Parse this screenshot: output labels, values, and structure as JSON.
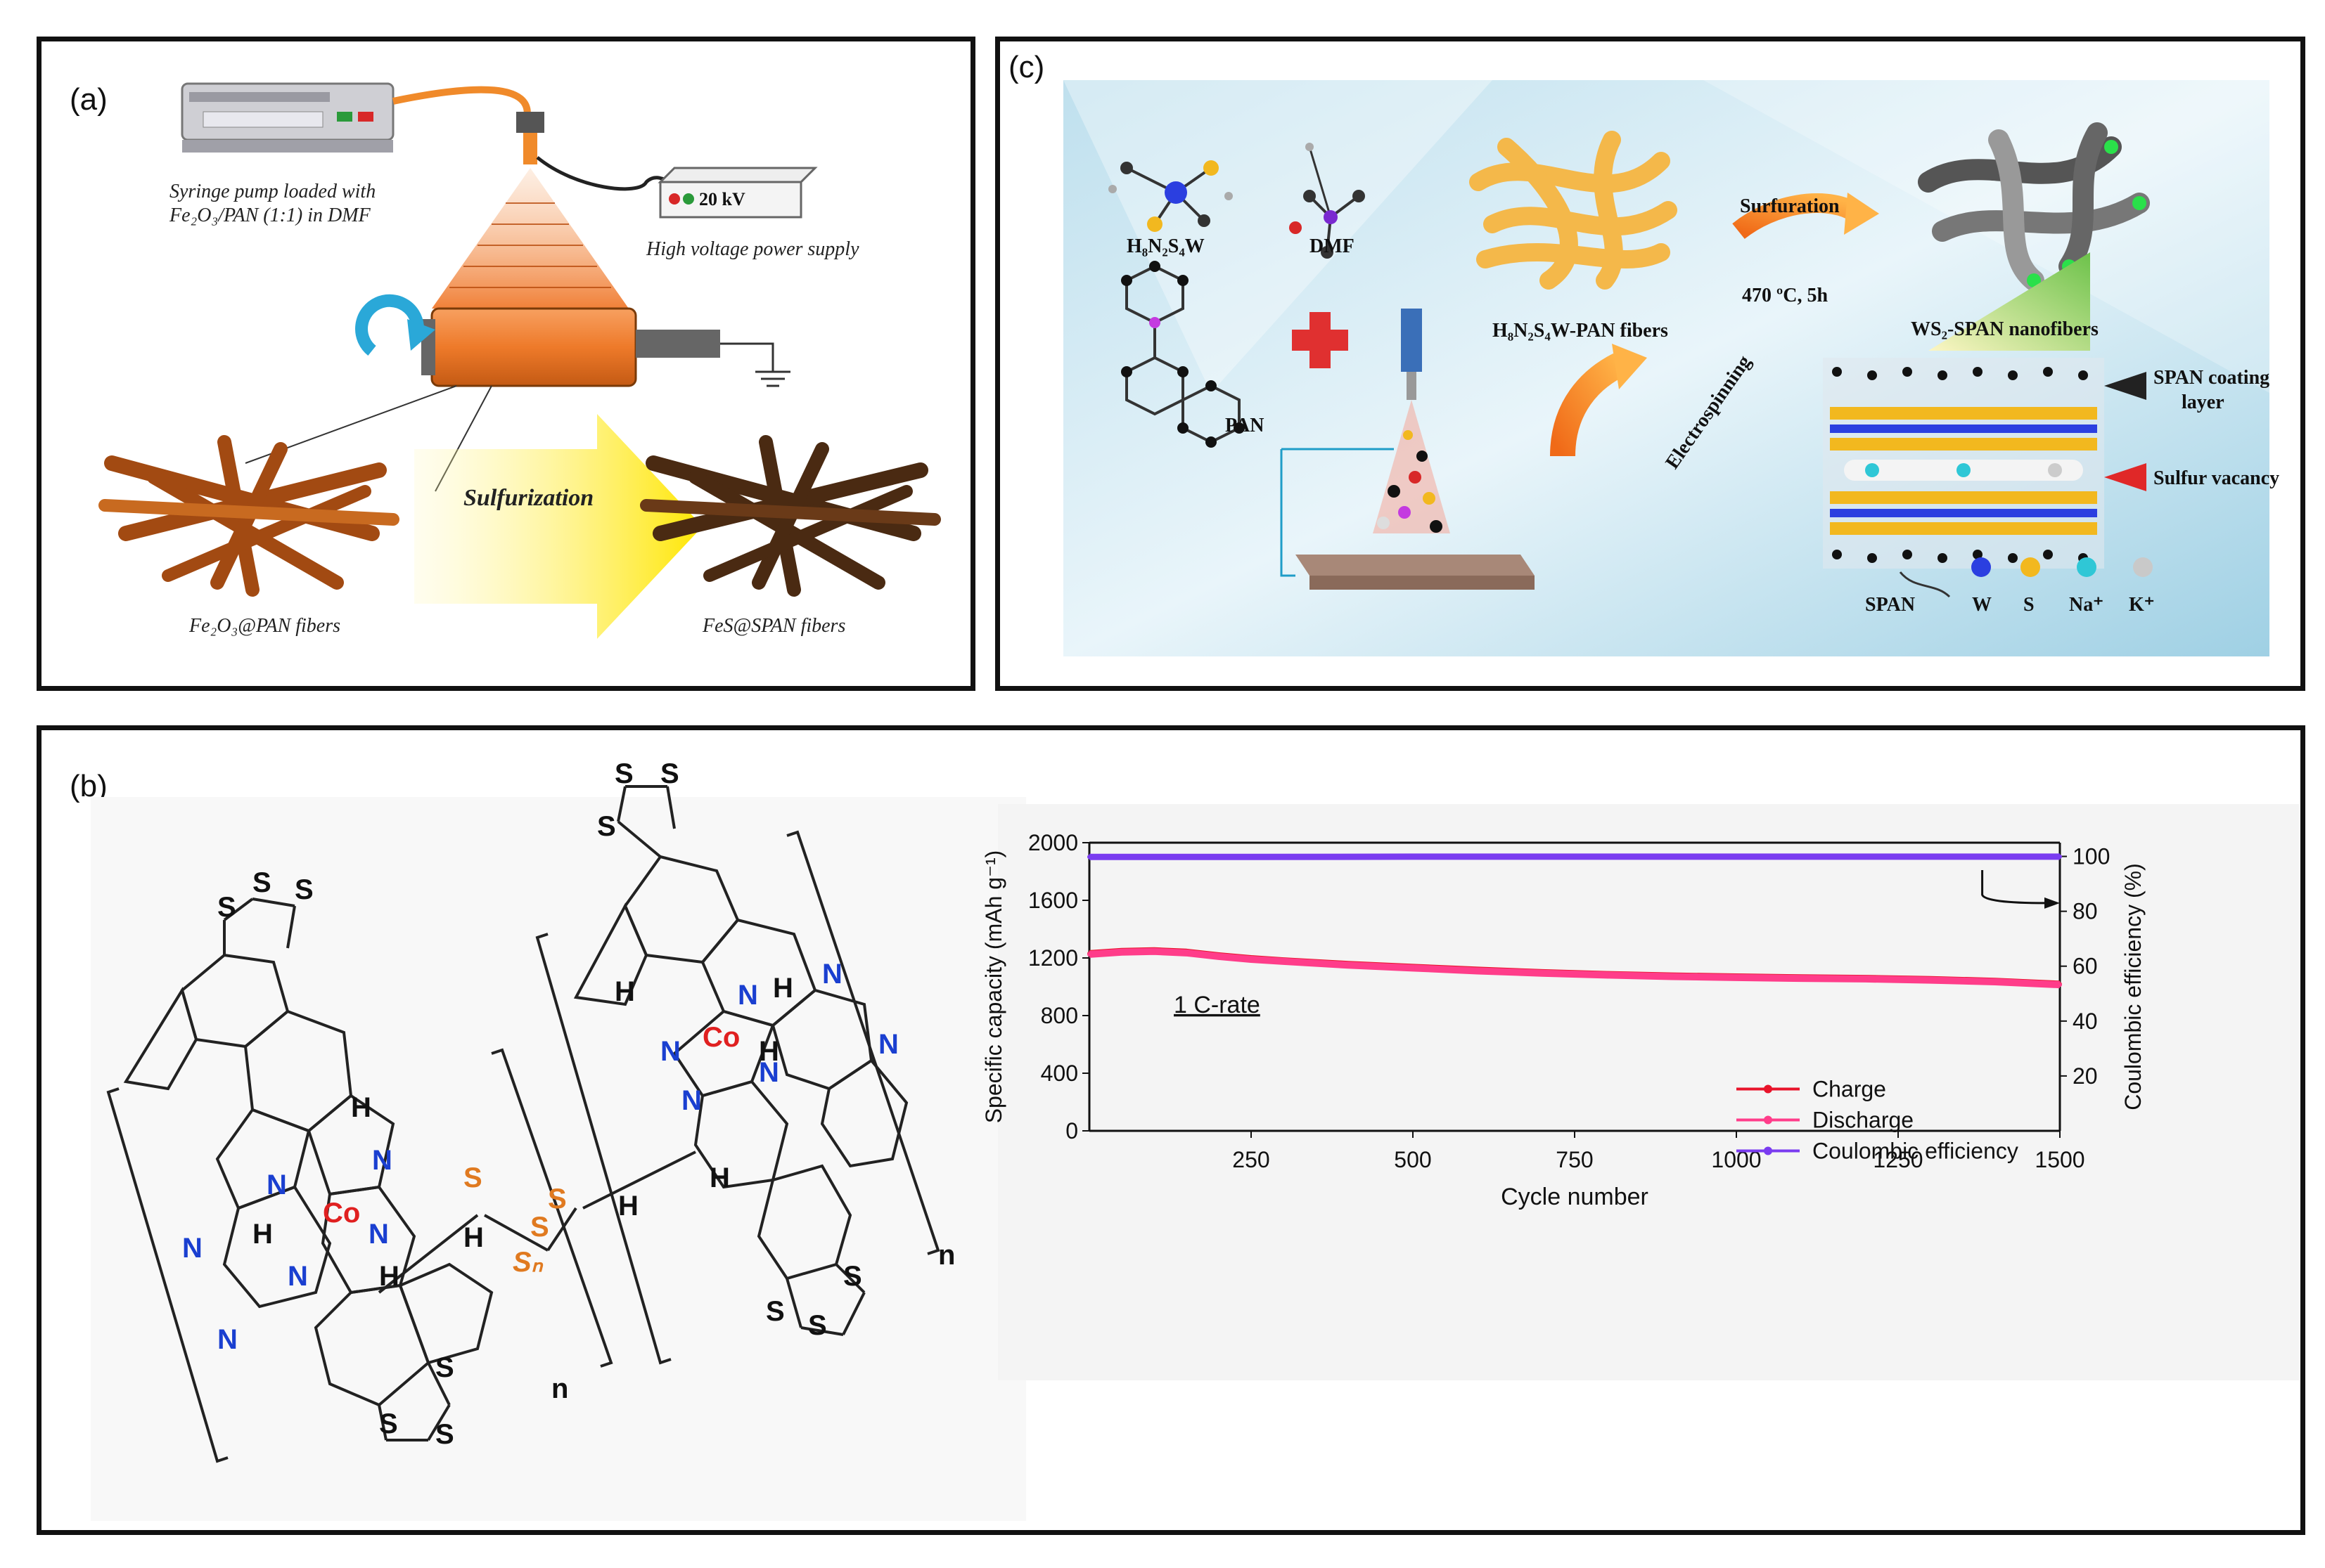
{
  "panels": {
    "a": {
      "label": "(a)",
      "syringe_caption_1": "Syringe pump loaded with",
      "syringe_caption_2": "Fe₂O₃/PAN (1:1) in DMF",
      "voltage_value": "20 kV",
      "voltage_caption": "High voltage power supply",
      "arrow_label": "Sulfurization",
      "left_fiber_caption": "Fe₂O₃@PAN fibers",
      "right_fiber_caption": "FeS@SPAN fibers"
    },
    "c": {
      "label": "(c)",
      "mol1": "H₈N₂S₄W",
      "mol2": "DMF",
      "mol3": "PAN",
      "fibers_label": "H₈N₂S₄W-PAN fibers",
      "process": "Surfuration",
      "condition": "470 ºC, 5h",
      "product": "WS₂-SPAN nanofibers",
      "spin": "Electrospinning",
      "coating_1": "SPAN coating",
      "coating_2": "layer",
      "vacancy": "Sulfur vacancy",
      "legend": [
        "SPAN",
        "W",
        "S",
        "Na⁺",
        "K⁺"
      ],
      "legend_colors": [
        "#555555",
        "#2b3fe0",
        "#f2b81f",
        "#2fc7d6",
        "#c9c9c9"
      ]
    },
    "b": {
      "label": "(b)",
      "struct": {
        "co": "Co",
        "n": "N",
        "h": "H",
        "s": "S",
        "sn": "Sₙ",
        "rep": "n"
      }
    }
  },
  "chart_data": {
    "type": "line",
    "xlabel": "Cycle number",
    "ylabel_left": "Specific capacity (mAh g⁻¹)",
    "ylabel_right": "Coulombic efficiency (%)",
    "xlim": [
      0,
      1500
    ],
    "ylim_left": [
      0,
      2000
    ],
    "ylim_right": [
      0,
      105
    ],
    "x_ticks": [
      "250",
      "500",
      "750",
      "1000",
      "1250",
      "1500"
    ],
    "y_left_ticks": [
      "0",
      "400",
      "800",
      "1200",
      "1600",
      "2000"
    ],
    "y_right_ticks": [
      "20",
      "40",
      "60",
      "80",
      "100"
    ],
    "annotation": "1 C-rate",
    "legend": [
      "Charge",
      "Discharge",
      "Coulombic efficiency"
    ],
    "series": [
      {
        "name": "Charge",
        "axis": "left",
        "color": "#e8132a",
        "x": [
          0,
          50,
          100,
          150,
          200,
          250,
          300,
          400,
          500,
          600,
          700,
          800,
          900,
          1000,
          1100,
          1200,
          1300,
          1400,
          1500
        ],
        "values": [
          1230,
          1245,
          1250,
          1240,
          1215,
          1195,
          1180,
          1155,
          1135,
          1115,
          1098,
          1085,
          1075,
          1068,
          1062,
          1058,
          1050,
          1038,
          1018
        ]
      },
      {
        "name": "Discharge",
        "axis": "left",
        "color": "#ff3d8a",
        "x": [
          0,
          50,
          100,
          150,
          200,
          250,
          300,
          400,
          500,
          600,
          700,
          800,
          900,
          1000,
          1100,
          1200,
          1300,
          1400,
          1500
        ],
        "values": [
          1225,
          1240,
          1245,
          1235,
          1210,
          1190,
          1176,
          1150,
          1130,
          1110,
          1094,
          1081,
          1071,
          1064,
          1058,
          1054,
          1046,
          1034,
          1014
        ]
      },
      {
        "name": "Coulombic efficiency",
        "axis": "right",
        "color": "#7a3cf0",
        "x": [
          0,
          250,
          500,
          750,
          1000,
          1250,
          1500
        ],
        "values": [
          99.8,
          99.8,
          99.9,
          99.9,
          99.9,
          99.9,
          99.9
        ]
      }
    ]
  }
}
